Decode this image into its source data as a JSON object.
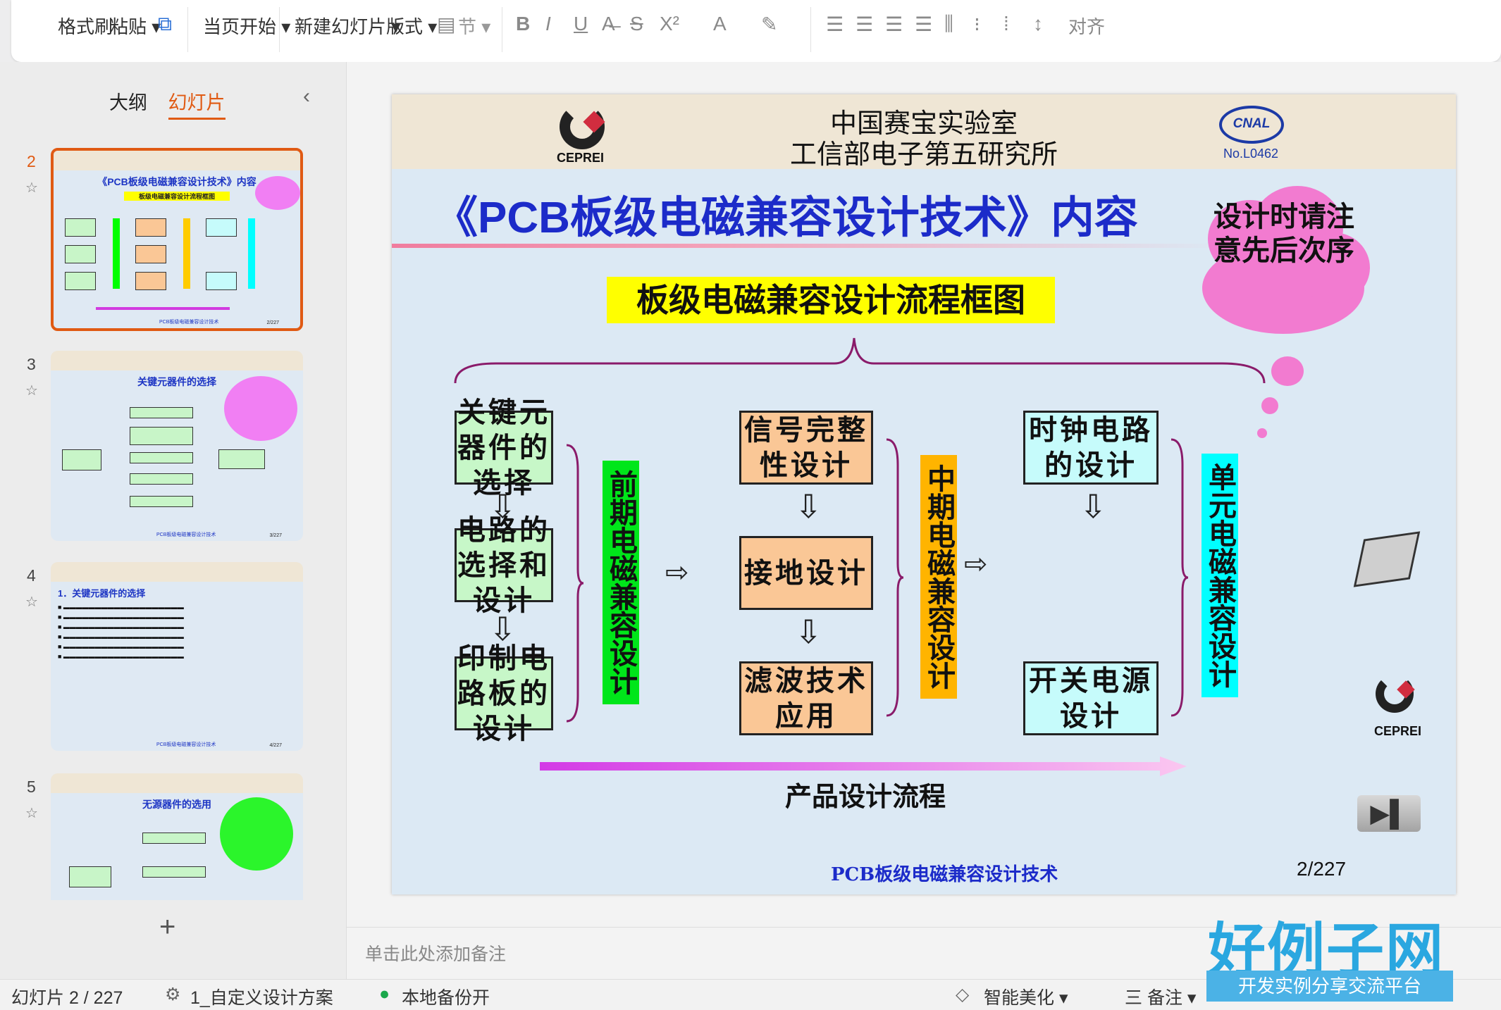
{
  "toolbar": {
    "format_painter": "格式刷",
    "paste": "粘贴 ▾",
    "from_current": "当页开始 ▾",
    "new_slide": "新建幻灯片 ▾",
    "layout": "版式 ▾",
    "section": "节 ▾",
    "bold": "B",
    "italic": "I",
    "underline": "U",
    "strike": "S",
    "superscript": "X²",
    "align_label": "对齐"
  },
  "sidebar": {
    "tab_outline": "大纲",
    "tab_slides": "幻灯片",
    "collapse_icon": "‹",
    "add_icon": "+",
    "thumbnails": [
      {
        "num": "2",
        "title": "《PCB板级电磁兼容设计技术》内容",
        "subtitle": "板级电磁兼容设计流程框图",
        "footer": "PCB板级电磁兼容设计技术",
        "page": "2/227"
      },
      {
        "num": "3",
        "title": "关键元器件的选择",
        "footer": "PCB板级电磁兼容设计技术",
        "page": "3/227"
      },
      {
        "num": "4",
        "title": "1．关键元器件的选择",
        "footer": "PCB板级电磁兼容设计技术",
        "page": "4/227"
      },
      {
        "num": "5",
        "title": "无源器件的选用"
      }
    ]
  },
  "slide": {
    "org_line1": "中国赛宝实验室",
    "org_line2": "工信部电子第五研究所",
    "logo_text": "CEPREI",
    "cnal_text": "CNAL",
    "cnal_no": "No.L0462",
    "title": "《PCB板级电磁兼容设计技术》内容",
    "subtitle": "板级电磁兼容设计流程框图",
    "cloud_note": "设计时请注意先后次序",
    "col1": [
      "关键元器件的选择",
      "电路的选择和设计",
      "印制电路板的设计"
    ],
    "col1_label": "前期电磁兼容设计",
    "col2": [
      "信号完整性设计",
      "接地设计",
      "滤波技术应用"
    ],
    "col2_label": "中期电磁兼容设计",
    "col3": [
      "时钟电路的设计",
      "开关电源设计"
    ],
    "col3_label": "单元电磁兼容设计",
    "flow_label": "产品设计流程",
    "footer": "PCB板级电磁兼容设计技术",
    "page": "2/227"
  },
  "notes_placeholder": "单击此处添加备注",
  "status": {
    "slide_pos": "幻灯片 2 / 227",
    "theme": "1_自定义设计方案",
    "backup": "本地备份开",
    "beautify": "智能美化 ▾",
    "notes": "三 备注 ▾"
  },
  "watermark": {
    "brand": "好例子网",
    "slogan": "开发实例分享交流平台"
  }
}
